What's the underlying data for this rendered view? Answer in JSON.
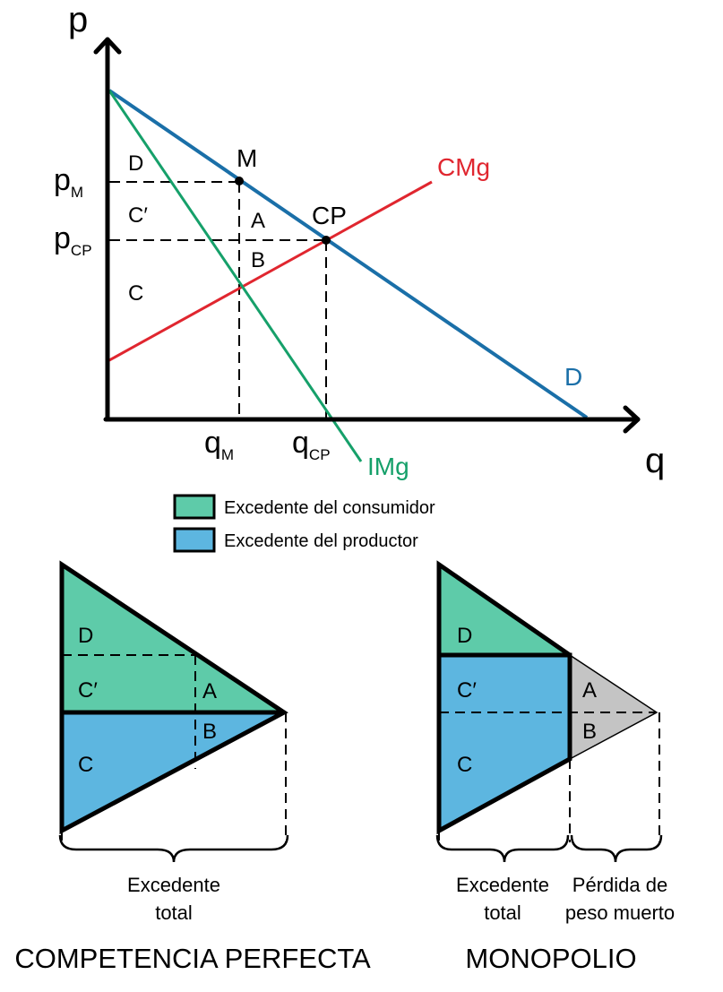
{
  "axes": {
    "y_label": "p",
    "x_label": "q"
  },
  "price_labels": {
    "pm_main": "p",
    "pm_sub": "M",
    "pcp_main": "p",
    "pcp_sub": "CP"
  },
  "quantity_labels": {
    "qm_main": "q",
    "qm_sub": "M",
    "qcp_main": "q",
    "qcp_sub": "CP"
  },
  "curves": {
    "demand": "D",
    "marginal_cost": "CMg",
    "marginal_revenue": "IMg"
  },
  "points": {
    "monopoly": "M",
    "competitive": "CP"
  },
  "regions": {
    "d": "D",
    "c_prime": "C′",
    "a": "A",
    "b": "B",
    "c": "C"
  },
  "legend": [
    {
      "label": "Excedente del consumidor",
      "color": "#5ecba9"
    },
    {
      "label": "Excedente del productor",
      "color": "#5db6e0"
    }
  ],
  "competencia": {
    "title": "COMPETENCIA PERFECTA",
    "caption_line1": "Excedente",
    "caption_line2": "total",
    "regions": {
      "d": "D",
      "c_prime": "C′",
      "a": "A",
      "b": "B",
      "c": "C"
    }
  },
  "monopolio": {
    "title": "MONOPOLIO",
    "total_line1": "Excedente",
    "total_line2": "total",
    "loss_line1": "Pérdida de",
    "loss_line2": "peso muerto",
    "regions": {
      "d": "D",
      "c_prime": "C′",
      "a": "A",
      "b": "B",
      "c": "C"
    }
  },
  "colors": {
    "demand": "#1a6fa8",
    "marginal_cost": "#e0262f",
    "marginal_revenue": "#16a06a",
    "consumer_surplus": "#5ecba9",
    "producer_surplus": "#5db6e0",
    "deadweight_loss": "#c4c4c4"
  }
}
